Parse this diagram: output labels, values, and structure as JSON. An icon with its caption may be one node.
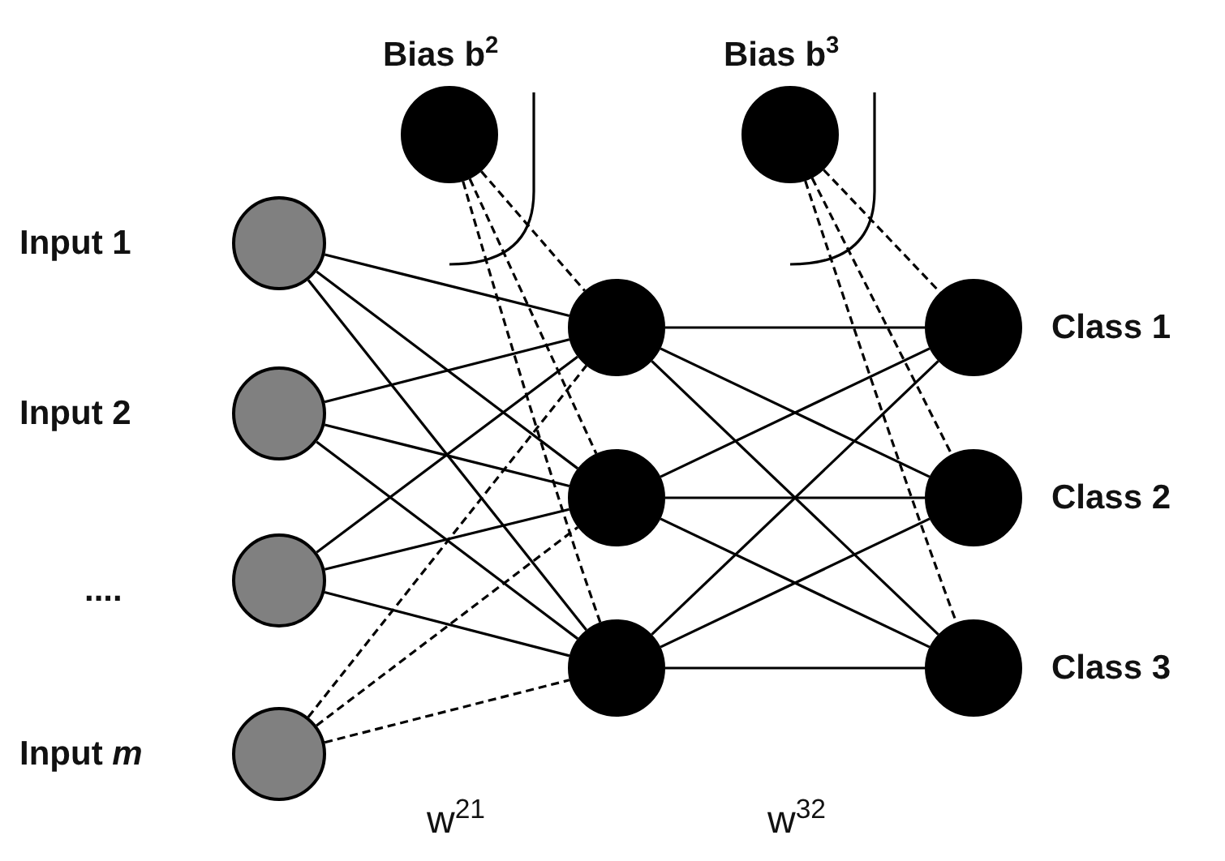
{
  "diagram": {
    "nodes": [
      {
        "text": [],
        "shape": "circle",
        "beside": [
          "Input 1"
        ]
      },
      {
        "text": [],
        "shape": "circle",
        "beside": [
          "Input 2"
        ]
      },
      {
        "text": [],
        "shape": "circle",
        "beside": [
          "...."
        ]
      },
      {
        "text": [],
        "shape": "circle",
        "beside": [
          "Input *m*"
        ]
      },
      {
        "text": [],
        "shape": "circle",
        "beside": [
          "Bias b$^{2}$"
        ]
      },
      {
        "text": [],
        "shape": "circle"
      },
      {
        "text": [],
        "shape": "circle"
      },
      {
        "text": [],
        "shape": "circle"
      },
      {
        "text": [],
        "shape": "circle",
        "beside": [
          "Bias b$^{3}$"
        ]
      },
      {
        "text": [],
        "shape": "circle",
        "beside": [
          "Class 1"
        ]
      },
      {
        "text": [],
        "shape": "circle",
        "beside": [
          "Class 2"
        ]
      },
      {
        "text": [],
        "shape": "circle",
        "beside": [
          "Class 3"
        ]
      }
    ],
    "edges": [
      {
        "from": 0,
        "to": 5,
        "arrow": "none"
      },
      {
        "from": 0,
        "to": 6,
        "arrow": "none"
      },
      {
        "from": 0,
        "to": 7,
        "arrow": "none"
      },
      {
        "from": 1,
        "to": 5,
        "arrow": "none"
      },
      {
        "from": 1,
        "to": 6,
        "arrow": "none"
      },
      {
        "from": 1,
        "to": 7,
        "arrow": "none"
      },
      {
        "from": 2,
        "to": 5,
        "arrow": "none"
      },
      {
        "from": 2,
        "to": 6,
        "arrow": "none"
      },
      {
        "from": 2,
        "to": 7,
        "arrow": "none"
      },
      {
        "from": 3,
        "to": 5,
        "arrow": "none",
        "style": "dashed"
      },
      {
        "from": 3,
        "to": 6,
        "arrow": "none",
        "style": "dashed"
      },
      {
        "from": 3,
        "to": 7,
        "arrow": "none",
        "style": "dashed"
      },
      {
        "from": 4,
        "to": 5,
        "arrow": "none",
        "style": "dashed"
      },
      {
        "from": 4,
        "to": 6,
        "arrow": "none",
        "style": "dashed"
      },
      {
        "from": 4,
        "to": 7,
        "arrow": "none",
        "style": "dashed"
      },
      {
        "from": 5,
        "to": 9,
        "arrow": "none"
      },
      {
        "from": 5,
        "to": 10,
        "arrow": "none"
      },
      {
        "from": 5,
        "to": 11,
        "arrow": "none"
      },
      {
        "from": 6,
        "to": 9,
        "arrow": "none"
      },
      {
        "from": 6,
        "to": 10,
        "arrow": "none"
      },
      {
        "from": 6,
        "to": 11,
        "arrow": "none"
      },
      {
        "from": 7,
        "to": 9,
        "arrow": "none"
      },
      {
        "from": 7,
        "to": 10,
        "arrow": "none"
      },
      {
        "from": 7,
        "to": 11,
        "arrow": "none"
      },
      {
        "from": 8,
        "to": 9,
        "arrow": "none",
        "style": "dashed"
      },
      {
        "from": 8,
        "to": 10,
        "arrow": "none",
        "style": "dashed"
      },
      {
        "from": 8,
        "to": 11,
        "arrow": "none",
        "style": "dashed"
      }
    ],
    "labels": [
      "w$^{21}$",
      "w$^{32}$"
    ]
  }
}
